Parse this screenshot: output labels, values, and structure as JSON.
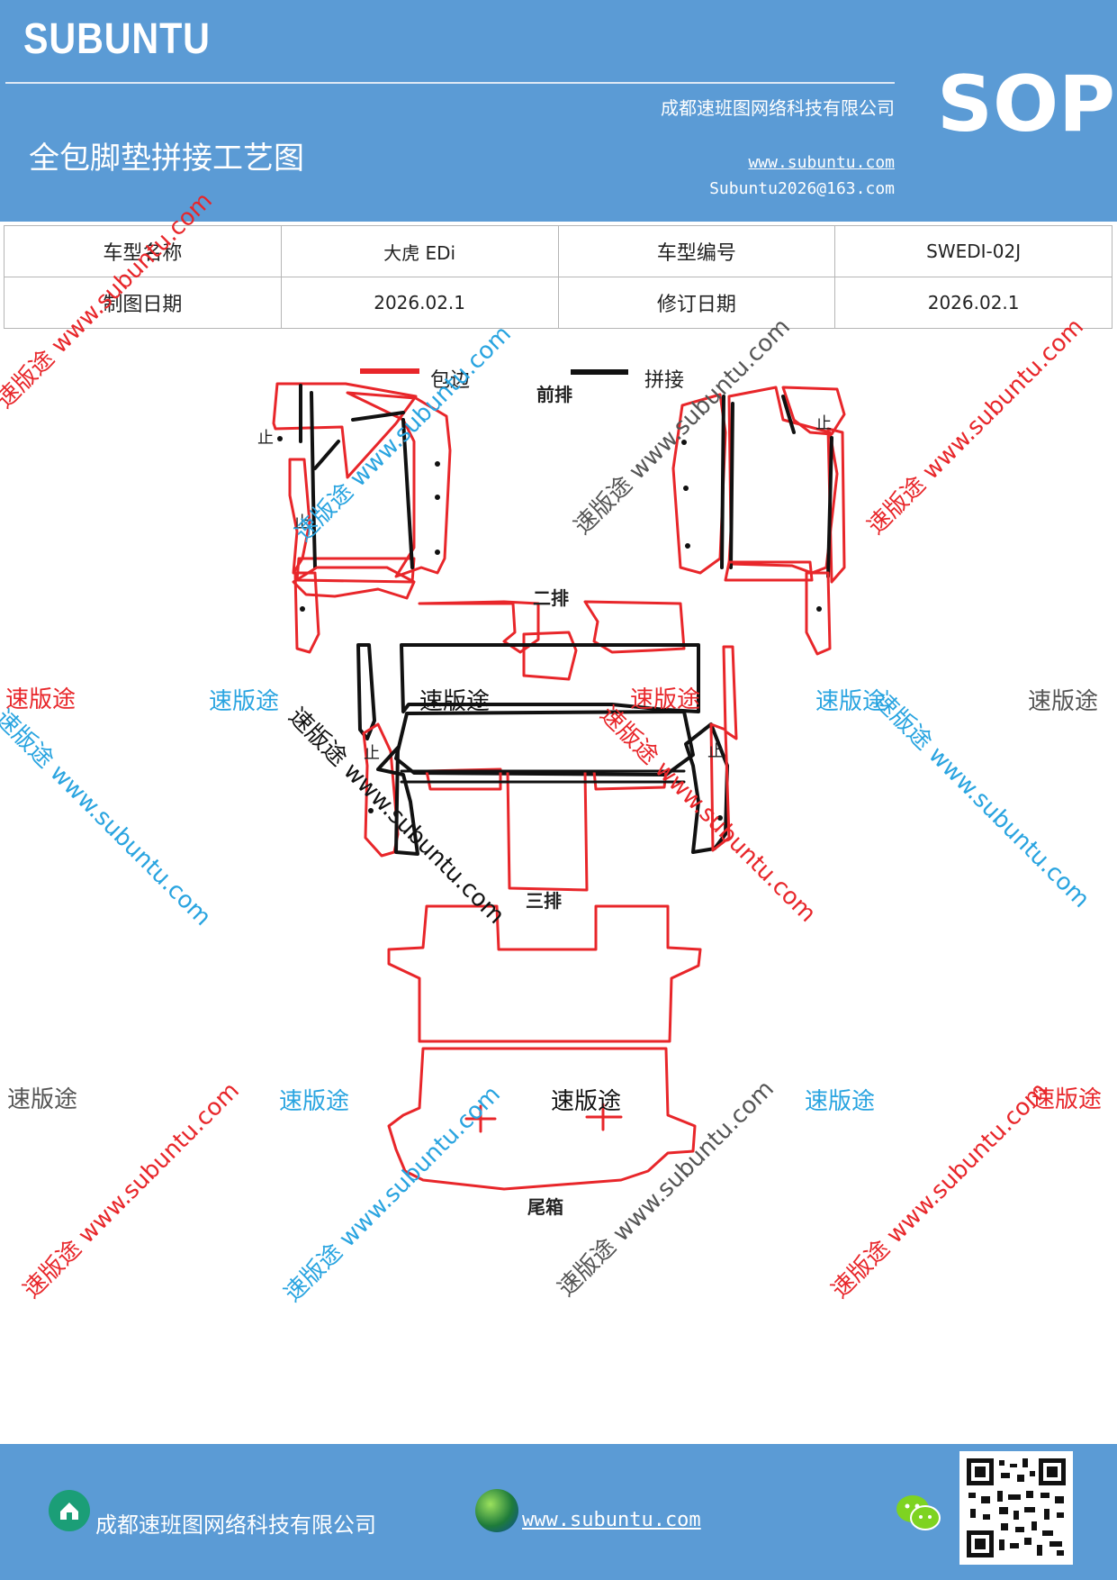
{
  "header": {
    "brand": "SUBUNTU",
    "company": "成都速班图网络科技有限公司",
    "doc_title": "全包脚垫拼接工艺图",
    "url": "www.subuntu.com",
    "email": "Subuntu2026@163.com",
    "badge": "SOP"
  },
  "info": {
    "model_name_label": "车型名称",
    "model_name_value": "大虎 EDi",
    "model_code_label": "车型编号",
    "model_code_value": "SWEDI-02J",
    "drawing_date_label": "制图日期",
    "drawing_date_value": "2026.02.1",
    "revision_date_label": "修订日期",
    "revision_date_value": "2026.02.1"
  },
  "legend": {
    "red_label": "包边",
    "black_label": "拼接",
    "colors": {
      "red": "#e8262a",
      "black": "#111111"
    }
  },
  "sections": {
    "front": "前排",
    "second": "二排",
    "third": "三排",
    "trunk": "尾箱"
  },
  "stop_mark": "止",
  "watermarks": {
    "brand": "速版途",
    "site": "速版途 www.subuntu.com",
    "colors": {
      "red": "#e8262a",
      "blue": "#29a4e0",
      "gray": "#555555",
      "black": "#111111"
    }
  },
  "footer": {
    "company": "成都速班图网络科技有限公司",
    "url": "www.subuntu.com",
    "icons": [
      "house-icon",
      "globe-icon",
      "wechat-icon",
      "qr-code"
    ]
  }
}
